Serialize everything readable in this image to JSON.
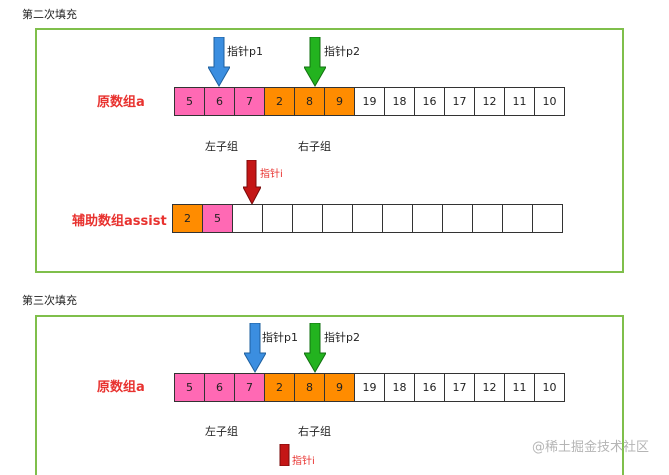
{
  "sections": [
    {
      "title": "第二次填充",
      "main_label": "原数组a",
      "main_values": [
        "5",
        "6",
        "7",
        "2",
        "8",
        "9",
        "19",
        "18",
        "16",
        "17",
        "12",
        "11",
        "10"
      ],
      "main_colors": [
        "pink",
        "pink",
        "pink",
        "orange",
        "orange",
        "orange",
        "",
        "",
        "",
        "",
        "",
        "",
        ""
      ],
      "left_label": "左子组",
      "right_label": "右子组",
      "pointer_p1": "指针p1",
      "pointer_p2": "指针p2",
      "pointer_i": "指针i",
      "assist_label": "辅助数组assist",
      "assist_values": [
        "2",
        "5",
        "",
        "",
        "",
        "",
        "",
        "",
        "",
        "",
        "",
        "",
        ""
      ],
      "assist_colors": [
        "orange",
        "pink",
        "",
        "",
        "",
        "",
        "",
        "",
        "",
        "",
        "",
        "",
        ""
      ]
    },
    {
      "title": "第三次填充",
      "main_label": "原数组a",
      "main_values": [
        "5",
        "6",
        "7",
        "2",
        "8",
        "9",
        "19",
        "18",
        "16",
        "17",
        "12",
        "11",
        "10"
      ],
      "main_colors": [
        "pink",
        "pink",
        "pink",
        "orange",
        "orange",
        "orange",
        "",
        "",
        "",
        "",
        "",
        "",
        ""
      ],
      "left_label": "左子组",
      "right_label": "右子组",
      "pointer_p1": "指针p1",
      "pointer_p2": "指针p2",
      "pointer_i": "指针i"
    }
  ],
  "colors": {
    "pink": "#ff69b4",
    "orange": "#ff8c00",
    "frame": "#7fbf4b",
    "blue_arrow": "#3b8ee0",
    "green_arrow": "#23b31f",
    "red_arrow": "#c41616"
  },
  "watermark": "@稀土掘金技术社区"
}
